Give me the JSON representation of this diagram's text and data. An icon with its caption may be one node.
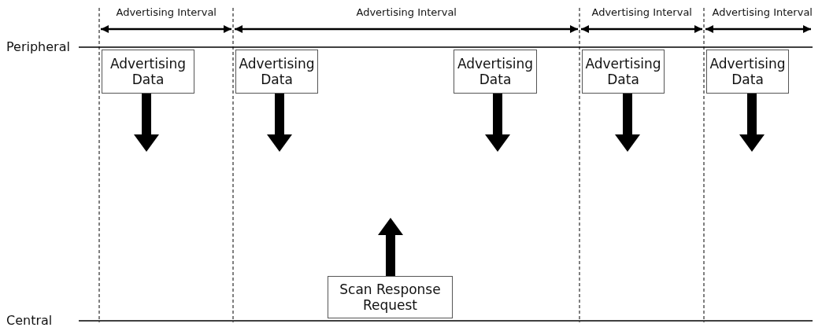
{
  "diagram": {
    "nodes": [
      {
        "text": [
          "Advertising Data"
        ]
      },
      {
        "text": [
          "Advertising Data"
        ]
      },
      {
        "text": [
          "Advertising Data"
        ]
      },
      {
        "text": [
          "Advertising Data"
        ]
      },
      {
        "text": [
          "Advertising Data"
        ]
      },
      {
        "text": [
          "Scan Response Request"
        ]
      }
    ],
    "edges": [
      {
        "from": 0,
        "to": null,
        "arrow": "to"
      },
      {
        "from": 1,
        "to": null,
        "arrow": "to"
      },
      {
        "from": 2,
        "to": null,
        "arrow": "to"
      },
      {
        "from": 3,
        "to": null,
        "arrow": "to"
      },
      {
        "from": 4,
        "to": null,
        "arrow": "to"
      },
      {
        "from": 5,
        "to": null,
        "arrow": "to"
      }
    ],
    "labels": [
      "Advertising Interval",
      "Advertising Interval",
      "Advertising Interval",
      "Advertising Interval",
      "Peripheral",
      "Central"
    ]
  }
}
